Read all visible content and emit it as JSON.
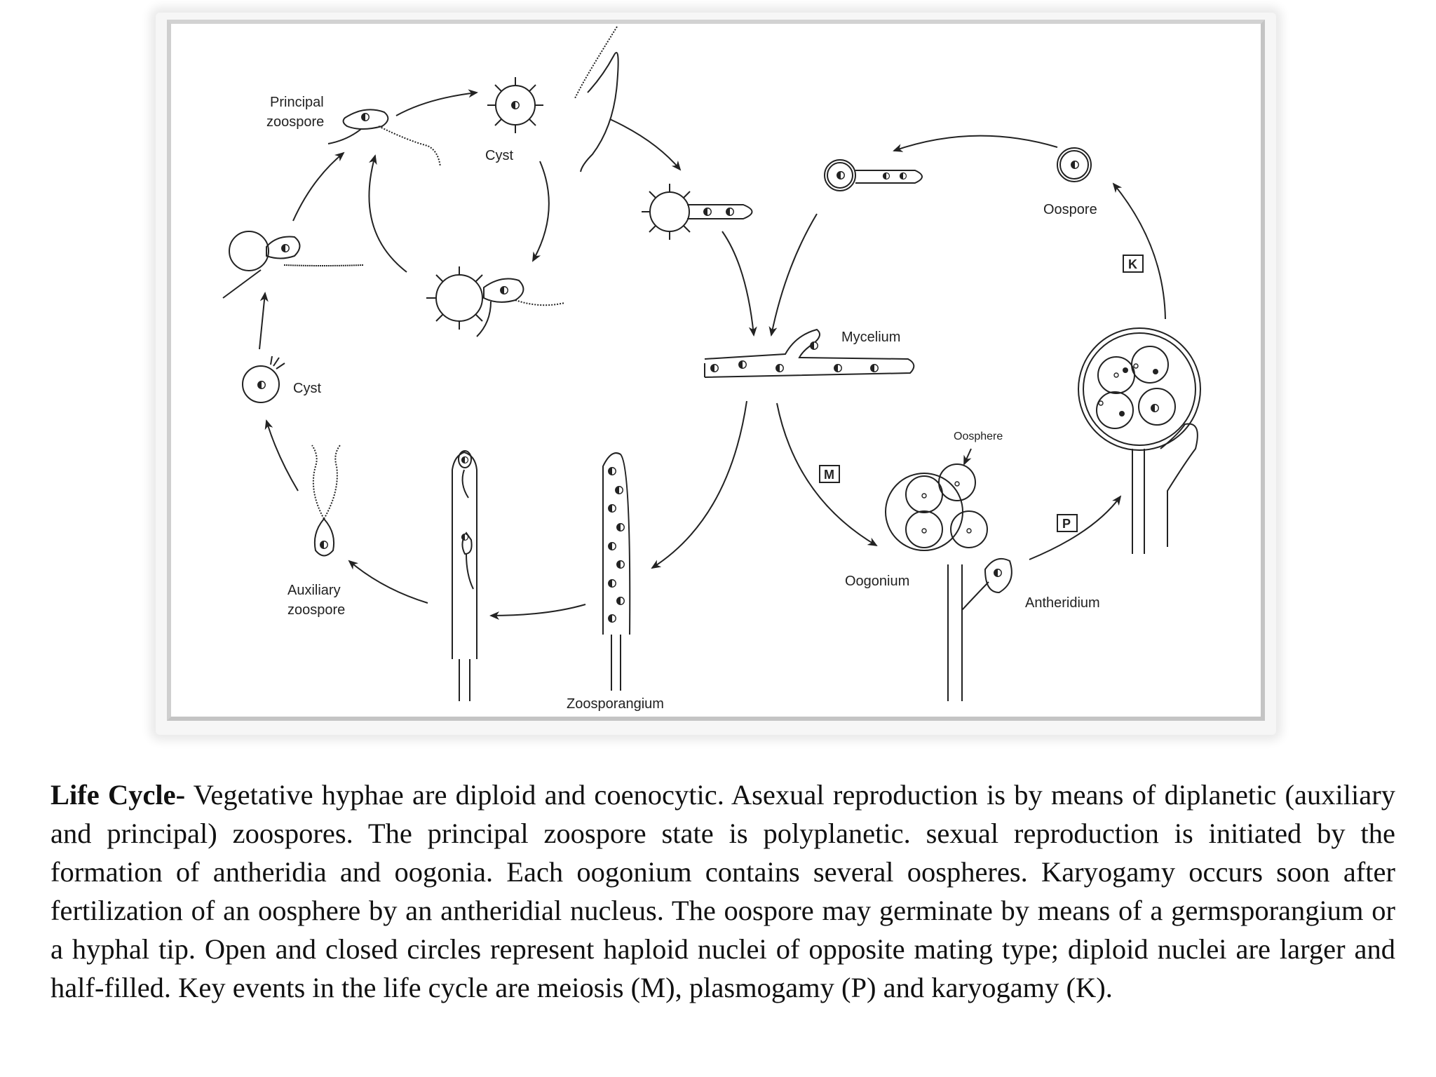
{
  "labels": {
    "principal_zoospore_1": "Principal",
    "principal_zoospore_2": "zoospore",
    "cyst_top": "Cyst",
    "cyst_left": "Cyst",
    "auxiliary_zoospore_1": "Auxiliary",
    "auxiliary_zoospore_2": "zoospore",
    "zoosporangium": "Zoosporangium",
    "mycelium": "Mycelium",
    "oospore": "Oospore",
    "oosphere": "Oosphere",
    "oogonium": "Oogonium",
    "antheridium": "Antheridium",
    "key_m": "M",
    "key_p": "P",
    "key_k": "K"
  },
  "caption": {
    "heading": "Life Cycle-",
    "body": " Vegetative hyphae are diploid and coenocytic. Asexual reproduction is by means of diplanetic (auxiliary and principal) zoospores. The principal zoospore state is polyplanetic. sexual reproduction is initiated by the formation of antheridia and oogonia. Each oogonium contains several oospheres. Karyogamy occurs soon after fertilization of an oosphere by an antheridial nucleus. The oospore may germinate by means of a germsporangium or a hyphal tip. Open and closed circles represent haploid nuclei of opposite mating type; diploid nuclei are larger and half-filled. Key events in the life cycle are meiosis (M), plasmogamy (P) and karyogamy (K)."
  }
}
